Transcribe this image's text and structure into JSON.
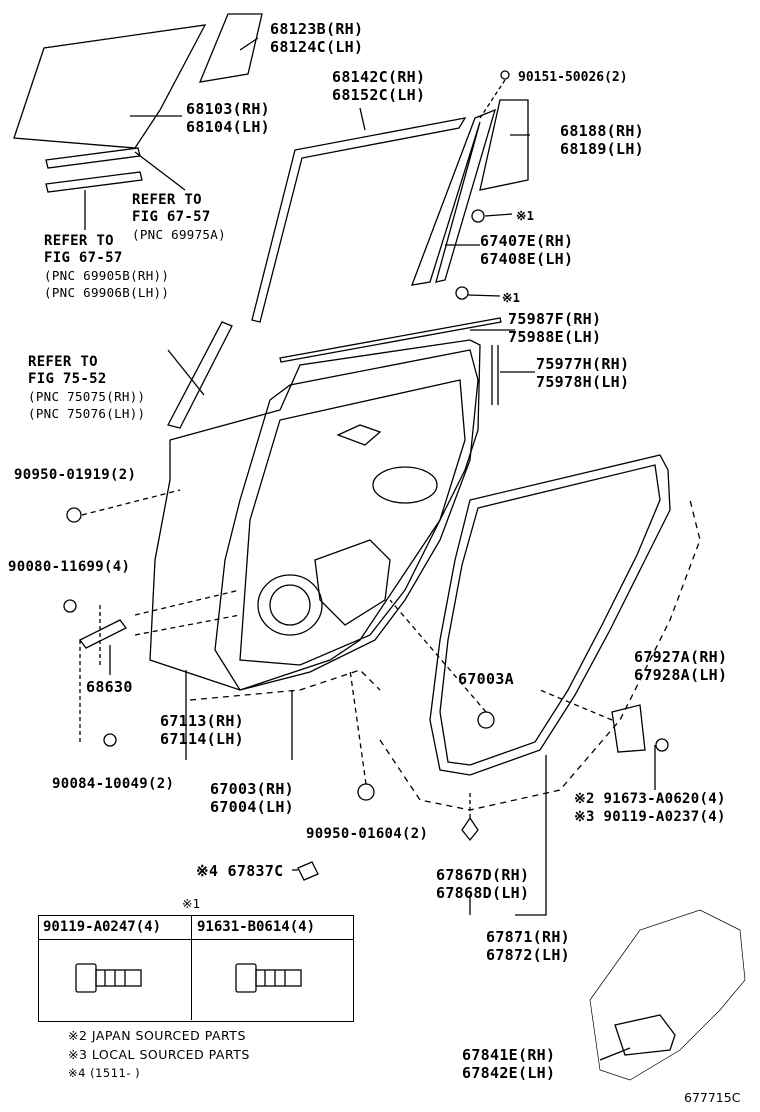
{
  "labels": {
    "glass_front": [
      "68123B(RH)",
      "68124C(LH)"
    ],
    "glass_rear": [
      "68103(RH)",
      "68104(LH)"
    ],
    "channel": [
      "68142C(RH)",
      "68152C(LH)"
    ],
    "bolt_top": "90151-50026(2)",
    "quarter_glass": [
      "68188(RH)",
      "68189(LH)"
    ],
    "frame_sub": [
      "67407E(RH)",
      "67408E(LH)"
    ],
    "x1": "※1",
    "refer_67_57_a": [
      "REFER TO",
      "FIG 67-57",
      "(PNC 69975A)"
    ],
    "refer_67_57_b": [
      "REFER TO",
      "FIG 67-57",
      "(PNC 69905B(RH))",
      "(PNC 69906B(LH))"
    ],
    "belt_moulding": [
      "75987F(RH)",
      "75988E(LH)"
    ],
    "refer_75_52": [
      "REFER TO",
      "FIG 75-52",
      "(PNC 75075(RH))",
      "(PNC 75076(LH))"
    ],
    "frame_moulding": [
      "75977H(RH)",
      "75978H(LH)"
    ],
    "clip_top": "90950-01919(2)",
    "bolt_hinge": "90080-11699(4)",
    "check": "68630",
    "striker_pan": [
      "67113(RH)",
      "67114(LH)"
    ],
    "door_panel": [
      "67003(RH)",
      "67004(LH)"
    ],
    "door_panel_a": "67003A",
    "bolt_check": "90084-10049(2)",
    "clip_bottom": "90950-01604(2)",
    "x4_part": "※4 67837C",
    "weatherstrip_sub": [
      "67867D(RH)",
      "67868D(LH)"
    ],
    "weatherstrip": [
      "67871(RH)",
      "67872(LH)"
    ],
    "hinge": [
      "67927A(RH)",
      "67928A(LH)"
    ],
    "bolt_x2": "※2 91673-A0620(4)",
    "bolt_x3": "※3 90119-A0237(4)",
    "protector": [
      "67841E(RH)",
      "67842E(LH)"
    ],
    "table_title": "※1",
    "table_col1": "90119-A0247(4)",
    "table_col2": "91631-B0614(4)",
    "note_x2": "※2 JAPAN SOURCED PARTS",
    "note_x3": "※3 LOCAL SOURCED PARTS",
    "note_x4": "※4 (1511-     )",
    "fig_code": "677715C"
  }
}
